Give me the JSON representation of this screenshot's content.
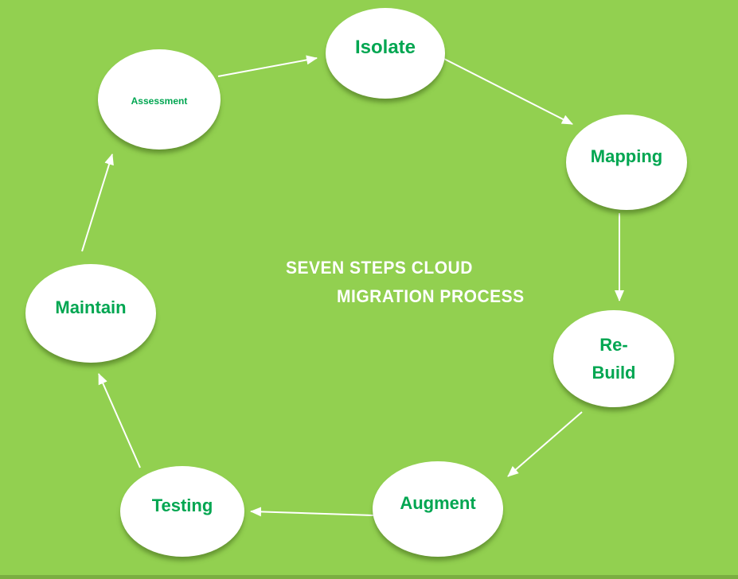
{
  "title": {
    "line1": "SEVEN STEPS CLOUD",
    "line2": "MIGRATION PROCESS"
  },
  "colors": {
    "background": "#92D050",
    "node_fill": "#FFFFFF",
    "node_text": "#00A651",
    "title_text": "#FFFFFF",
    "arrow": "#FFFFFF",
    "footer_bar": "#7BAE41"
  },
  "nodes": [
    {
      "id": "assessment",
      "label": "Assessment"
    },
    {
      "id": "isolate",
      "label": "Isolate"
    },
    {
      "id": "mapping",
      "label": "Mapping"
    },
    {
      "id": "rebuild",
      "label": "Re-Build",
      "lines": [
        "Re-",
        "Build"
      ]
    },
    {
      "id": "augment",
      "label": "Augment"
    },
    {
      "id": "testing",
      "label": "Testing"
    },
    {
      "id": "maintain",
      "label": "Maintain"
    }
  ],
  "connections": [
    {
      "from": "Assessment",
      "to": "Isolate"
    },
    {
      "from": "Isolate",
      "to": "Mapping"
    },
    {
      "from": "Mapping",
      "to": "Re-Build"
    },
    {
      "from": "Re-Build",
      "to": "Augment"
    },
    {
      "from": "Augment",
      "to": "Testing"
    },
    {
      "from": "Testing",
      "to": "Maintain"
    },
    {
      "from": "Maintain",
      "to": "Assessment"
    }
  ]
}
